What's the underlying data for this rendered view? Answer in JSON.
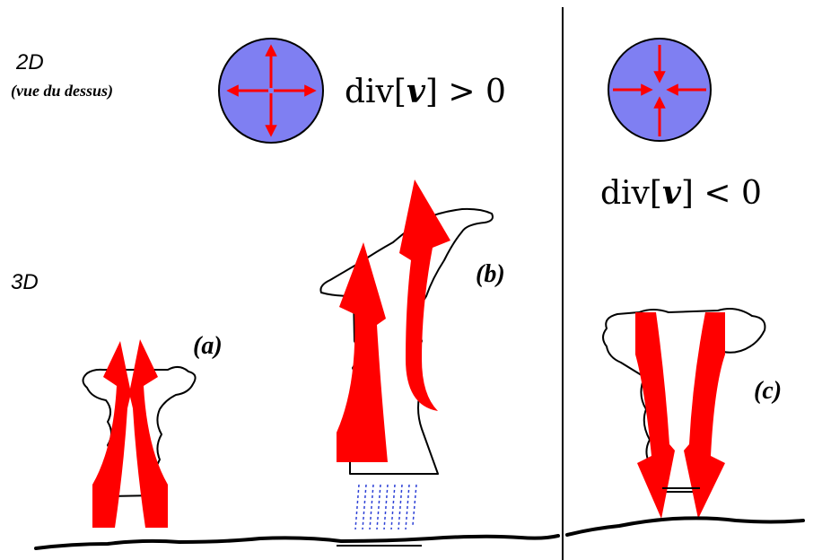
{
  "labels": {
    "two_d": "2D",
    "two_d_sub": "(vue du dessus)",
    "three_d": "3D",
    "case_a": "(a)",
    "case_b": "(b)",
    "case_c": "(c)"
  },
  "equations": {
    "divergence": {
      "prefix": "div[",
      "vector": "v",
      "suffix_pos": "] > 0",
      "suffix_neg": "] < 0"
    }
  },
  "colors": {
    "arrow": "#ff0000",
    "disk": "#7f7ff2",
    "rain": "#2b3fd6",
    "ink": "#000000"
  }
}
